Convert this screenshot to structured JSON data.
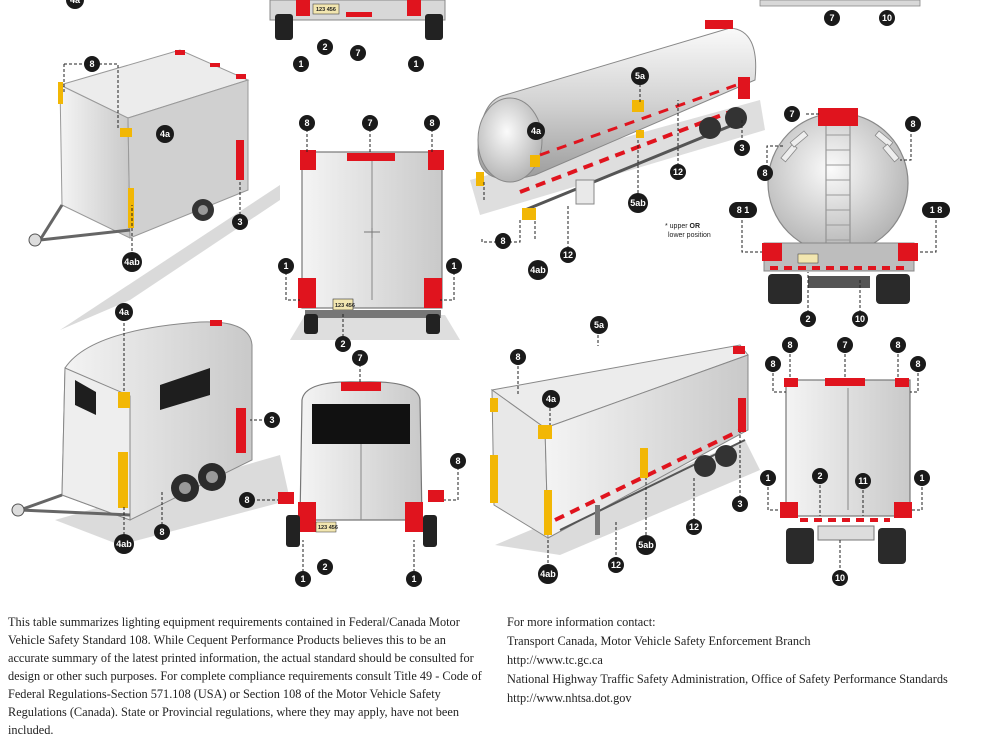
{
  "callouts": {
    "l1": "1",
    "l2": "2",
    "l3": "3",
    "l4a": "4a",
    "l4ab": "4ab",
    "l5a": "5a",
    "l5ab": "5ab",
    "l7": "7",
    "l8": "8",
    "l10": "10",
    "l11": "11",
    "l12": "12",
    "l81": "8 1",
    "l18": "1 8"
  },
  "plate_text": "123 456",
  "note": {
    "line1_prefix": "* upper ",
    "line1_bold": "OR",
    "line2": "lower position"
  },
  "disclaimer": {
    "text": "This table summarizes lighting equipment requirements contained in Federal/Canada Motor Vehicle Safety Standard 108. While Cequent Performance Products believes this to be an accurate summary of the latest printed information, the actual standard should be consulted for design or other such purposes. For complete compliance requirements consult Title 49 - Code of Federal Regulations-Section 571.108 (USA) or Section 108 of the Motor Vehicle Safety Regulations (Canada). State or Provincial regulations, where they may apply, have not been included."
  },
  "contact": {
    "heading": "For more information contact:",
    "org1": "Transport Canada, Motor Vehicle Safety Enforcement Branch",
    "url1": "http://www.tc.gc.ca",
    "org2": "National Highway Traffic Safety Administration, Office of Safety Performance Standards",
    "url2": "http://www.nhtsa.dot.gov"
  },
  "colors": {
    "lamp_red": "#e0141e",
    "reflector_amber": "#f2b705",
    "callout": "#1a1a1a",
    "body_gray": "#dcdcdc"
  }
}
